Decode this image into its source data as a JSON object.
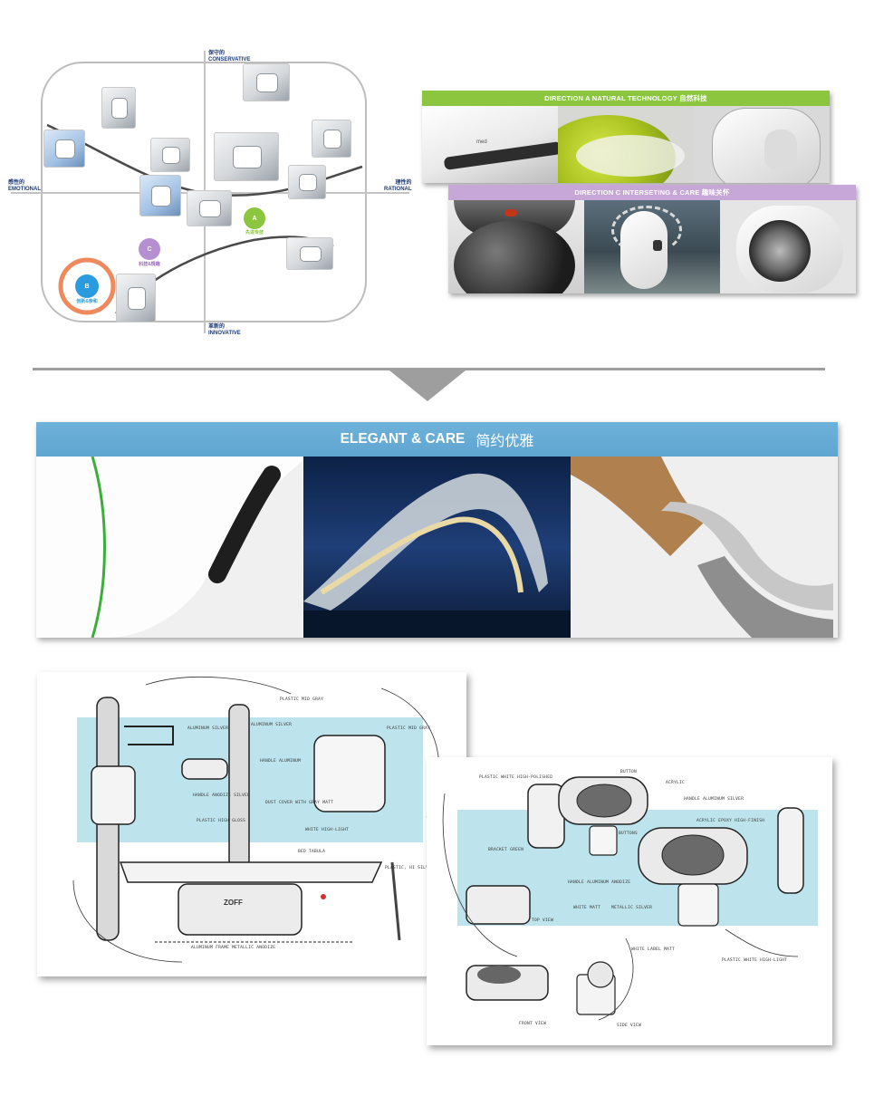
{
  "map": {
    "top_label_cn": "保守的",
    "top_label_en": "CONSERVATIVE",
    "bottom_label_cn": "革新的",
    "bottom_label_en": "INNOVATIVE",
    "left_label_cn": "感性的",
    "left_label_en": "EMOTIONAL",
    "right_label_cn": "理性的",
    "right_label_en": "RATIONAL",
    "directions": [
      {
        "letter": "A",
        "caption": "先进专技",
        "color": "#8cc63f"
      },
      {
        "letter": "B",
        "caption": "创新&亲和",
        "color": "#2b9be0"
      },
      {
        "letter": "C",
        "caption": "科技&情趣",
        "color": "#b58fd0"
      }
    ],
    "ring_color": "#ef8a5f"
  },
  "direction_a": {
    "title": "DIRECTION A   NATURAL TECHNOLOGY  自然科技",
    "color": "#8cc63f",
    "brand_mark": "med"
  },
  "direction_c": {
    "title": "DIRECTION C  INTERSETING & CARE 趣味关怀",
    "color": "#c7a7d7"
  },
  "elegant": {
    "title_en": "ELEGANT & CARE",
    "title_cn": "简约优雅",
    "color": "#66acd6"
  },
  "sketch1": {
    "notes": [
      "ALUMINUM SILVER",
      "ALUMINUM SILVER",
      "PLASTIC MID GRAY",
      "PLASTIC MID GRAY",
      "HANDLE ALUMINUM",
      "PLASTIC HIGH GLOSS",
      "DUST COVER WITH GRAY MATT",
      "WHITE HIGH-LIGHT",
      "HANDLE ANODIZE SILVER",
      "BED TABULA",
      "PLASTIC, HI SILVER PAINTING",
      "ALUMINUM FRAME METALLIC ANODIZE"
    ],
    "brand": "ZOFF"
  },
  "sketch2": {
    "notes": [
      "PLASTIC WHITE HIGH-POLISHED",
      "BUTTON",
      "ACRYLIC",
      "HANDLE ALUMINUM SILVER",
      "ACRYLIC EPOXY HIGH-FINISH",
      "BUTTONS",
      "BRACKET GREEN",
      "HANDLE ALUMINUM ANODIZE",
      "WHITE MATT",
      "METALLIC SILVER",
      "TOP VIEW",
      "WHITE LABEL MATT",
      "PLASTIC WHITE HIGH-LIGHT",
      "FRONT VIEW",
      "SIDE VIEW"
    ]
  }
}
